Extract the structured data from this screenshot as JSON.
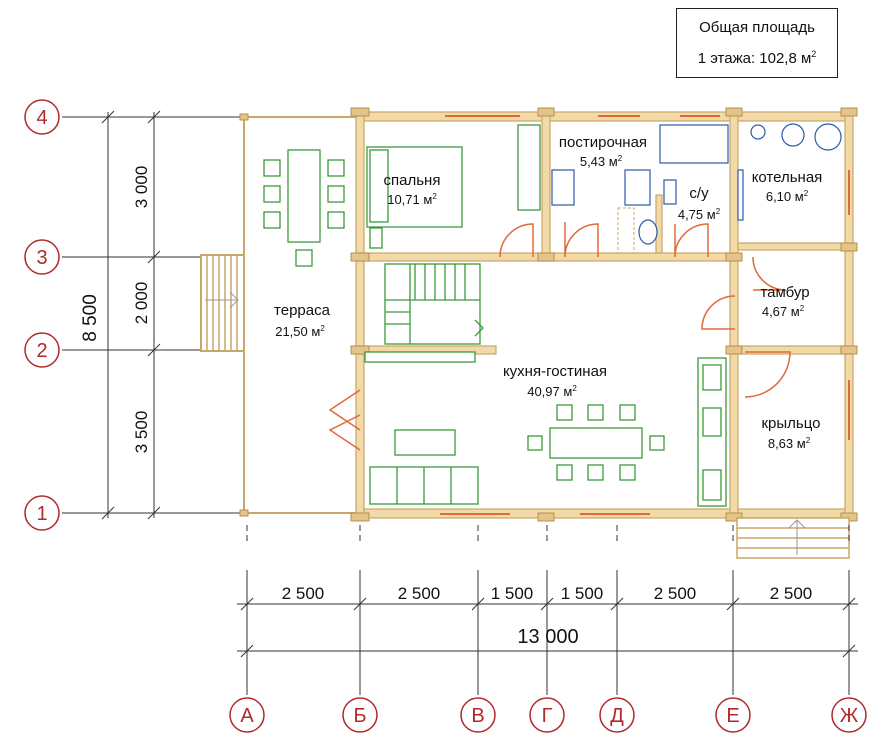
{
  "info": {
    "line1": "Общая площадь",
    "line2": "1 этажа: 102,8 м",
    "sup": "2"
  },
  "rooms": [
    {
      "name": "спальня",
      "area": "10,71 м",
      "sup": "2"
    },
    {
      "name": "постирочная",
      "area": "5,43 м",
      "sup": "2"
    },
    {
      "name": "с/у",
      "area": "4,75 м",
      "sup": "2"
    },
    {
      "name": "котельная",
      "area": "6,10 м",
      "sup": "2"
    },
    {
      "name": "терраса",
      "area": "21,50 м",
      "sup": "2"
    },
    {
      "name": "тамбур",
      "area": "4,67 м",
      "sup": "2"
    },
    {
      "name": "кухня-гостиная",
      "area": "40,97 м",
      "sup": "2"
    },
    {
      "name": "крыльцо",
      "area": "8,63 м",
      "sup": "2"
    }
  ],
  "axes_h": [
    "А",
    "Б",
    "В",
    "Г",
    "Д",
    "Е",
    "Ж"
  ],
  "axes_v": [
    "4",
    "3",
    "2",
    "1"
  ],
  "dims_h": [
    "2 500",
    "2 500",
    "1 500",
    "1 500",
    "2 500",
    "2 500"
  ],
  "dim_total_h": "13 000",
  "dims_v": [
    "3 000",
    "2 000",
    "3 500"
  ],
  "dim_total_v": "8 500",
  "colors": {
    "wall": "#e8c98a",
    "wall_stroke": "#b98f4a",
    "furniture": "#3a9a3a",
    "axis": "#b02a2a",
    "fixtures": "#2a5aa8",
    "window": "#e06a3a",
    "door": "#e06a3a"
  }
}
